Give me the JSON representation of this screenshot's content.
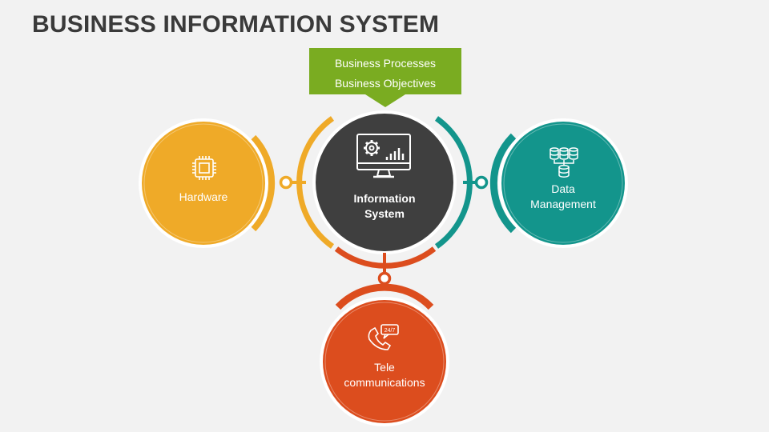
{
  "title": "BUSINESS INFORMATION SYSTEM",
  "banner": {
    "line1": "Business Processes",
    "line2": "Business Objectives",
    "color": "#7aac21"
  },
  "center": {
    "line1": "Information",
    "line2": "System",
    "color": "#3f3f3f",
    "icon": "monitor-gear-chart-icon"
  },
  "nodes": {
    "hardware": {
      "label": "Hardware",
      "color": "#efaa28",
      "icon": "chip-icon"
    },
    "data": {
      "line1": "Data",
      "line2": "Management",
      "color": "#13958c",
      "icon": "database-icon"
    },
    "telecom": {
      "line1": "Tele",
      "line2": "communications",
      "color": "#dc4d1e",
      "icon": "phone-24-7-icon"
    }
  }
}
